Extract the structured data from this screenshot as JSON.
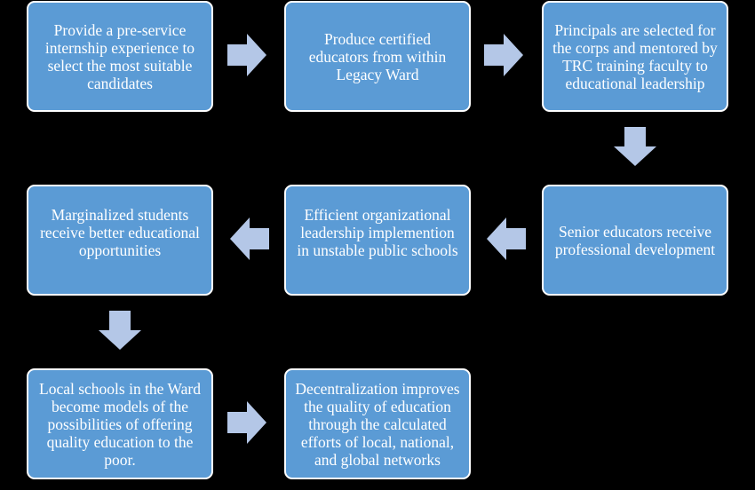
{
  "colors": {
    "background": "#000000",
    "box_fill": "#5b9bd5",
    "box_border": "#ffffff",
    "arrow_fill": "#b4c7e7",
    "text": "#ffffff"
  },
  "steps": [
    {
      "text": "Provide a pre-service internship experience to select the most suitable candidates"
    },
    {
      "text": "Produce certified educators from within Legacy Ward"
    },
    {
      "text": "Principals are selected for the corps and mentored by TRC training faculty to educational leadership"
    },
    {
      "text": "Senior educators receive professional development"
    },
    {
      "text": "Efficient organizational leadership implemention in unstable public schools"
    },
    {
      "text": "Marginalized students receive better educational opportunities"
    },
    {
      "text": "Local schools in the Ward become models of the possibilities of offering quality education to the poor."
    },
    {
      "text": "Decentralization improves the quality of education through the calculated efforts of local, national, and global networks"
    }
  ],
  "arrows": [
    {
      "from": 1,
      "to": 2,
      "direction": "right"
    },
    {
      "from": 2,
      "to": 3,
      "direction": "right"
    },
    {
      "from": 3,
      "to": 4,
      "direction": "down"
    },
    {
      "from": 4,
      "to": 5,
      "direction": "left"
    },
    {
      "from": 5,
      "to": 6,
      "direction": "left"
    },
    {
      "from": 6,
      "to": 7,
      "direction": "down"
    },
    {
      "from": 7,
      "to": 8,
      "direction": "right"
    }
  ]
}
